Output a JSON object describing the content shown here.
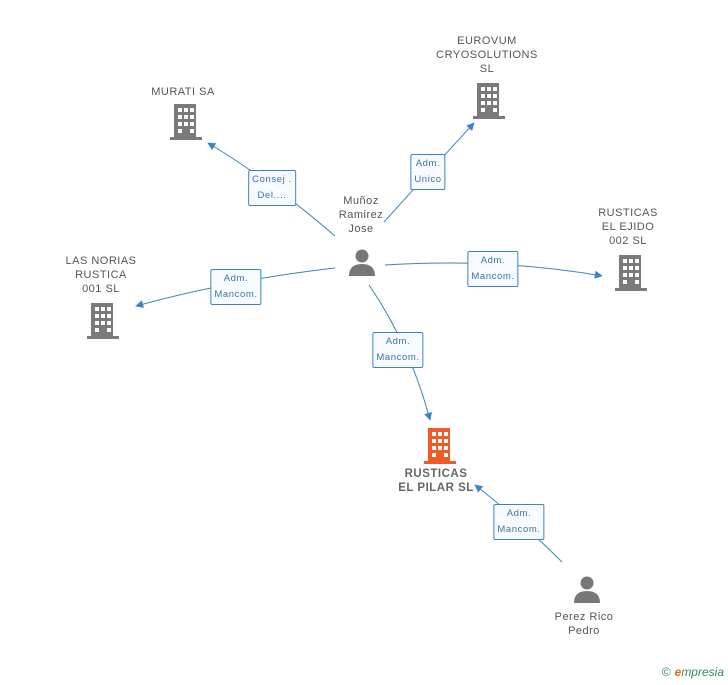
{
  "nodes": {
    "person_main": {
      "name_lines": [
        "Muñoz",
        "Ramirez",
        "Jose"
      ]
    },
    "murati": {
      "name_lines": [
        "MURATI SA"
      ]
    },
    "eurovum": {
      "name_lines": [
        "EUROVUM",
        "CRYOSOLUTIONS",
        "SL"
      ]
    },
    "rusticas_ejido": {
      "name_lines": [
        "RUSTICAS",
        "EL EJIDO",
        "002  SL"
      ]
    },
    "las_norias": {
      "name_lines": [
        "LAS NORIAS",
        "RUSTICA",
        "001  SL"
      ]
    },
    "rusticas_pilar": {
      "name_lines": [
        "RUSTICAS",
        "EL PILAR  SL"
      ]
    },
    "person_perez": {
      "name_lines": [
        "Perez Rico",
        "Pedro"
      ]
    }
  },
  "edges": [
    {
      "id": "to-murati",
      "role_lines": [
        "Consej .",
        "Del...."
      ]
    },
    {
      "id": "to-eurovum",
      "role_lines": [
        "Adm.",
        "Unico"
      ]
    },
    {
      "id": "to-rusticas-ejido",
      "role_lines": [
        "Adm.",
        "Mancom."
      ]
    },
    {
      "id": "to-las-norias",
      "role_lines": [
        "Adm.",
        "Mancom."
      ]
    },
    {
      "id": "to-rusticas-pilar",
      "role_lines": [
        "Adm.",
        "Mancom."
      ]
    },
    {
      "id": "perez-to-rusticas-pilar",
      "role_lines": [
        "Adm.",
        "Mancom."
      ]
    }
  ],
  "colors": {
    "edge": "#3c82c8",
    "building": "#7a7a7a",
    "building_main": "#f05a28",
    "person": "#777777"
  },
  "footer": {
    "copyright": "©",
    "brand_initial": "e",
    "brand_rest": "mpresia"
  }
}
